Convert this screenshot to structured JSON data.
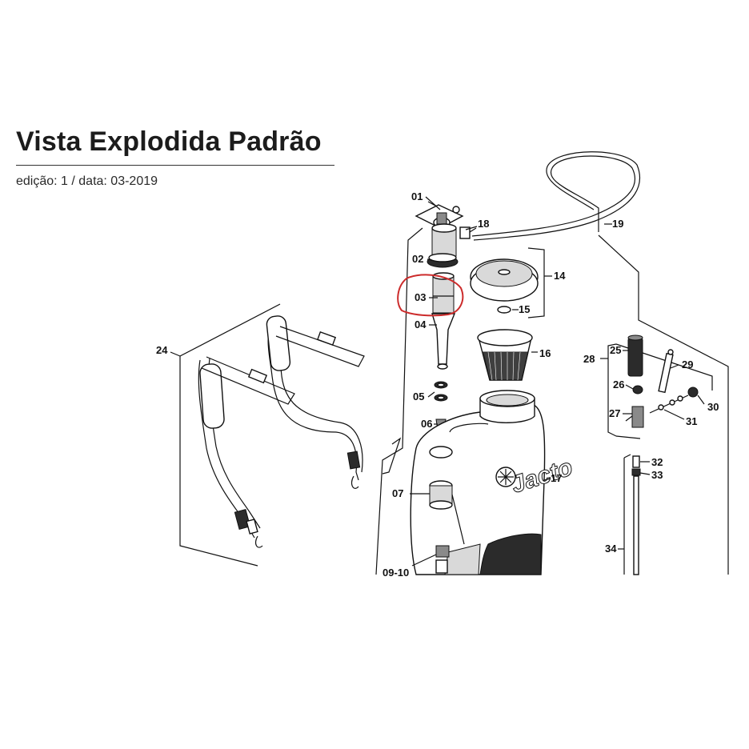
{
  "header": {
    "title": "Vista Explodida Padrão",
    "subtitle": "edição: 1 / data: 03-2019"
  },
  "diagram": {
    "brand_text": "Jacto",
    "highlight_color": "#cc2b2b",
    "labels": {
      "p01": "01",
      "p02": "02",
      "p03": "03",
      "p04": "04",
      "p05": "05",
      "p06": "06",
      "p07": "07",
      "p0910": "09-10",
      "p14": "14",
      "p15": "15",
      "p16": "16",
      "p17": "17",
      "p18": "18",
      "p19": "19",
      "p24": "24",
      "p25": "25",
      "p26": "26",
      "p27": "27",
      "p28": "28",
      "p29": "29",
      "p30": "30",
      "p31": "31",
      "p32": "32",
      "p33": "33",
      "p34": "34"
    }
  }
}
